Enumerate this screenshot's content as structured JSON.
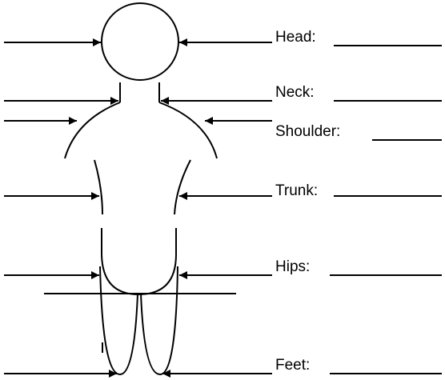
{
  "labels": {
    "head": "Head:",
    "neck": "Neck:",
    "shoulder": "Shoulder:",
    "trunk": "Trunk:",
    "hips": "Hips:",
    "feet": "Feet:"
  },
  "colors": {
    "ink": "#000000",
    "background": "#ffffff"
  }
}
